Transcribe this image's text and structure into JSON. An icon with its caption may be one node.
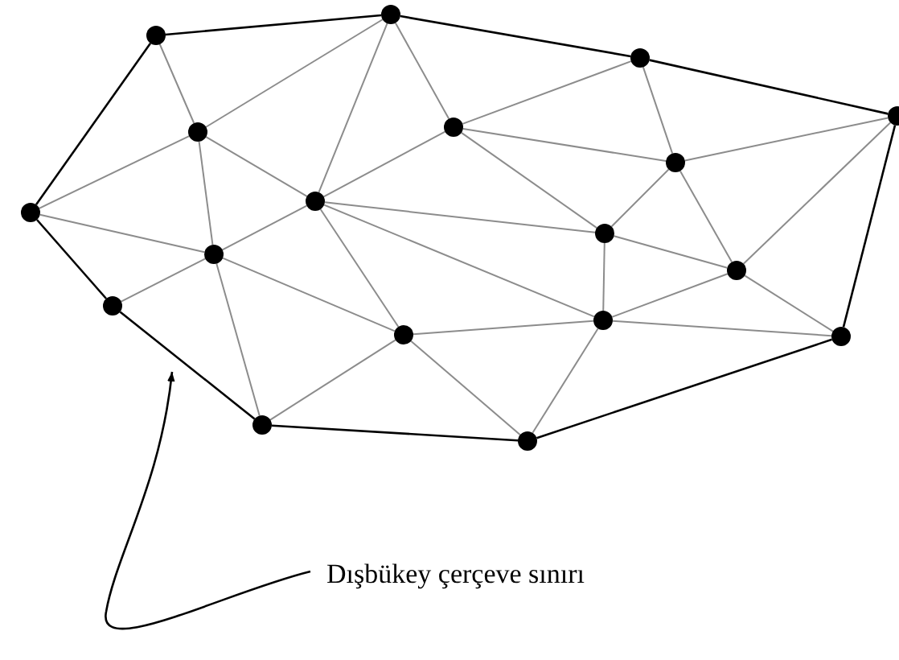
{
  "diagram": {
    "nodes": [
      {
        "text": [],
        "shape": "circle"
      },
      {
        "text": [],
        "shape": "circle"
      },
      {
        "text": [],
        "shape": "circle"
      },
      {
        "text": [],
        "shape": "circle"
      },
      {
        "text": [],
        "shape": "circle"
      },
      {
        "text": [],
        "shape": "circle"
      },
      {
        "text": [],
        "shape": "circle"
      },
      {
        "text": [],
        "shape": "circle"
      },
      {
        "text": [],
        "shape": "circle"
      },
      {
        "text": [],
        "shape": "circle"
      },
      {
        "text": [],
        "shape": "circle"
      },
      {
        "text": [],
        "shape": "circle"
      },
      {
        "text": [],
        "shape": "circle"
      },
      {
        "text": [],
        "shape": "circle"
      },
      {
        "text": [],
        "shape": "circle"
      },
      {
        "text": [],
        "shape": "circle"
      },
      {
        "text": [],
        "shape": "circle"
      },
      {
        "text": [],
        "shape": "circle"
      },
      {
        "text": [
          "Dışbükey çerçeve sınırı"
        ]
      }
    ],
    "edges": [
      {
        "from": 2,
        "to": 7,
        "arrow": "none",
        "color": "#000000"
      },
      {
        "from": 7,
        "to": 13,
        "arrow": "none",
        "color": "#000000"
      },
      {
        "from": 13,
        "to": 17,
        "arrow": "none",
        "color": "#000000"
      },
      {
        "from": 17,
        "to": 16,
        "arrow": "none",
        "color": "#000000"
      },
      {
        "from": 16,
        "to": 10,
        "arrow": "none",
        "color": "#000000"
      },
      {
        "from": 10,
        "to": 5,
        "arrow": "none",
        "color": "#000000"
      },
      {
        "from": 5,
        "to": 1,
        "arrow": "none",
        "color": "#000000"
      },
      {
        "from": 1,
        "to": 0,
        "arrow": "none",
        "color": "#000000"
      },
      {
        "from": 0,
        "to": 2,
        "arrow": "none",
        "color": "#000000"
      },
      {
        "from": 2,
        "to": 3,
        "arrow": "none"
      },
      {
        "from": 3,
        "to": 7,
        "arrow": "none"
      },
      {
        "from": 3,
        "to": 0,
        "arrow": "none"
      },
      {
        "from": 3,
        "to": 4,
        "arrow": "none"
      },
      {
        "from": 3,
        "to": 6,
        "arrow": "none"
      },
      {
        "from": 7,
        "to": 6,
        "arrow": "none"
      },
      {
        "from": 7,
        "to": 9,
        "arrow": "none"
      },
      {
        "from": 9,
        "to": 6,
        "arrow": "none"
      },
      {
        "from": 0,
        "to": 4,
        "arrow": "none"
      },
      {
        "from": 4,
        "to": 6,
        "arrow": "none"
      },
      {
        "from": 4,
        "to": 1,
        "arrow": "none"
      },
      {
        "from": 4,
        "to": 8,
        "arrow": "none"
      },
      {
        "from": 6,
        "to": 8,
        "arrow": "none"
      },
      {
        "from": 8,
        "to": 5,
        "arrow": "none"
      },
      {
        "from": 4,
        "to": 5,
        "arrow": "none"
      },
      {
        "from": 6,
        "to": 12,
        "arrow": "none"
      },
      {
        "from": 6,
        "to": 11,
        "arrow": "none"
      },
      {
        "from": 8,
        "to": 11,
        "arrow": "none"
      },
      {
        "from": 8,
        "to": 10,
        "arrow": "none"
      },
      {
        "from": 9,
        "to": 13,
        "arrow": "none"
      },
      {
        "from": 9,
        "to": 14,
        "arrow": "none"
      },
      {
        "from": 9,
        "to": 12,
        "arrow": "none"
      },
      {
        "from": 13,
        "to": 14,
        "arrow": "none"
      },
      {
        "from": 14,
        "to": 12,
        "arrow": "none"
      },
      {
        "from": 14,
        "to": 17,
        "arrow": "none"
      },
      {
        "from": 14,
        "to": 15,
        "arrow": "none"
      },
      {
        "from": 12,
        "to": 11,
        "arrow": "none"
      },
      {
        "from": 12,
        "to": 15,
        "arrow": "none"
      },
      {
        "from": 11,
        "to": 15,
        "arrow": "none"
      },
      {
        "from": 15,
        "to": 17,
        "arrow": "none"
      },
      {
        "from": 15,
        "to": 16,
        "arrow": "none"
      },
      {
        "from": 11,
        "to": 16,
        "arrow": "none"
      },
      {
        "from": 11,
        "to": 10,
        "arrow": "none"
      },
      {
        "from": 18,
        "to": null,
        "arrow": "to",
        "color": "#000000"
      }
    ]
  }
}
